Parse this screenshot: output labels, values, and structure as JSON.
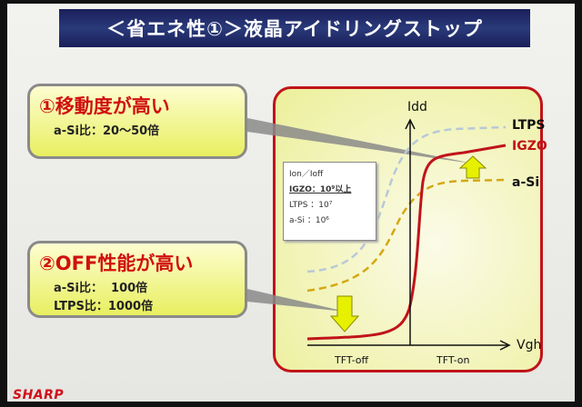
{
  "title": "＜省エネ性①＞液晶アイドリングストップ",
  "callout1": {
    "heading": "①移動度が高い",
    "lines": [
      "a-Si比：20～50倍"
    ]
  },
  "callout2": {
    "heading": "②OFF性能が高い",
    "lines": [
      "a-Si比：  100倍",
      "LTPS比：1000倍"
    ]
  },
  "chart": {
    "y_axis": "Idd",
    "x_axis": "Vgh",
    "x_left": "TFT-off",
    "x_right": "TFT-on",
    "series": [
      {
        "name": "LTPS",
        "color": "#b8c8d8"
      },
      {
        "name": "IGZO",
        "color": "#c0141a"
      },
      {
        "name": "a-Si",
        "color": "#d4a812"
      }
    ],
    "legend": {
      "title": "Ion／Ioff",
      "rows": [
        "IGZO：10⁹以上",
        "LTPS ：10⁷",
        "a-Si   ：10⁶"
      ]
    }
  },
  "logo": "SHARP"
}
